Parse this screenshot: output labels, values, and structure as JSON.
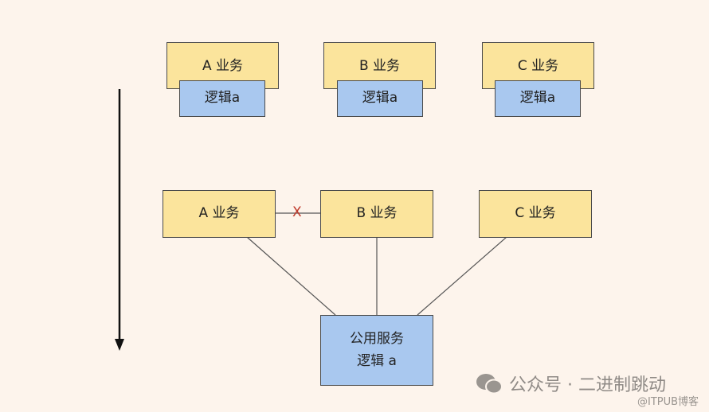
{
  "top_row": [
    {
      "business": "A 业务",
      "logic": "逻辑a"
    },
    {
      "business": "B 业务",
      "logic": "逻辑a"
    },
    {
      "business": "C 业务",
      "logic": "逻辑a"
    }
  ],
  "bottom_row": [
    {
      "business": "A 业务"
    },
    {
      "business": "B 业务"
    },
    {
      "business": "C 业务"
    }
  ],
  "broken_link_mark": "X",
  "shared_service": {
    "line1": "公用服务",
    "line2": "逻辑 a"
  },
  "watermark": {
    "text": "公众号 · 二进制跳动",
    "source": "@ITPUB博客"
  },
  "colors": {
    "business": "#fbe49c",
    "logic": "#a9c8ef",
    "background": "#fdf4ec",
    "cross": "#c0392b"
  }
}
